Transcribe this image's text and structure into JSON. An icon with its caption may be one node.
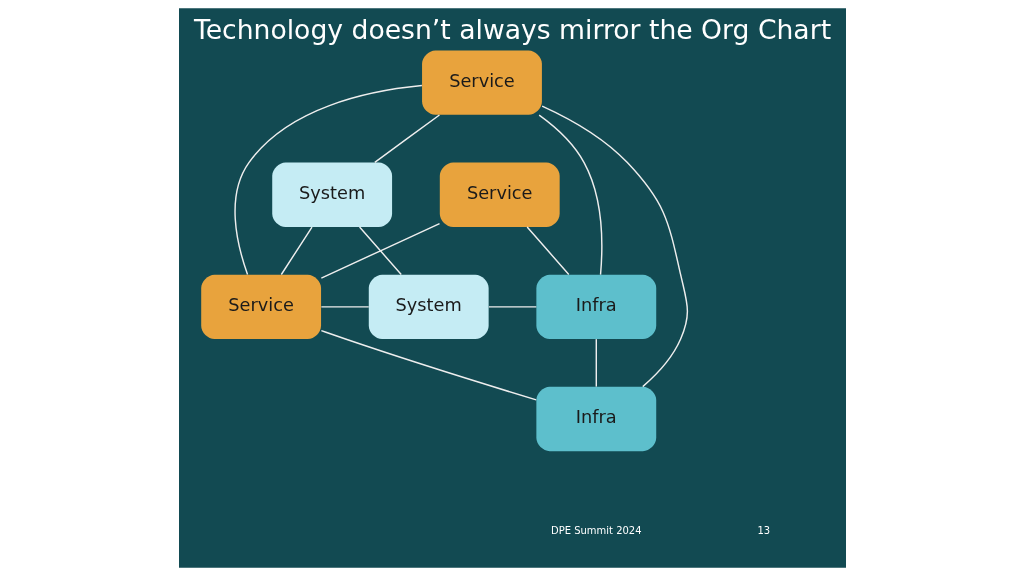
{
  "diagram": {
    "title": "Technology doesn’t always mirror the Org Chart",
    "nodes": [
      {
        "text": [
          "Service"
        ]
      },
      {
        "text": [
          "System"
        ]
      },
      {
        "text": [
          "Service"
        ]
      },
      {
        "text": [
          "Service"
        ]
      },
      {
        "text": [
          "Infra"
        ]
      },
      {
        "text": [
          "System"
        ]
      },
      {
        "text": [
          "Infra"
        ]
      }
    ],
    "edges": [
      {
        "from": 0,
        "to": 3,
        "arrow": "none"
      },
      {
        "from": 0,
        "to": 1,
        "arrow": "none"
      },
      {
        "from": 0,
        "to": 4,
        "arrow": "none"
      },
      {
        "from": 0,
        "to": 6,
        "arrow": "none"
      },
      {
        "from": 1,
        "to": 3,
        "arrow": "none"
      },
      {
        "from": 1,
        "to": 5,
        "arrow": "none"
      },
      {
        "from": 2,
        "to": 3,
        "arrow": "none"
      },
      {
        "from": 2,
        "to": 4,
        "arrow": "none"
      },
      {
        "from": 3,
        "to": 5,
        "arrow": "none"
      },
      {
        "from": 5,
        "to": 4,
        "arrow": "none"
      },
      {
        "from": 3,
        "to": 6,
        "arrow": "none"
      },
      {
        "from": 4,
        "to": 6,
        "arrow": "none"
      }
    ],
    "labels": [
      "DPE Summit 2024",
      "13"
    ]
  }
}
